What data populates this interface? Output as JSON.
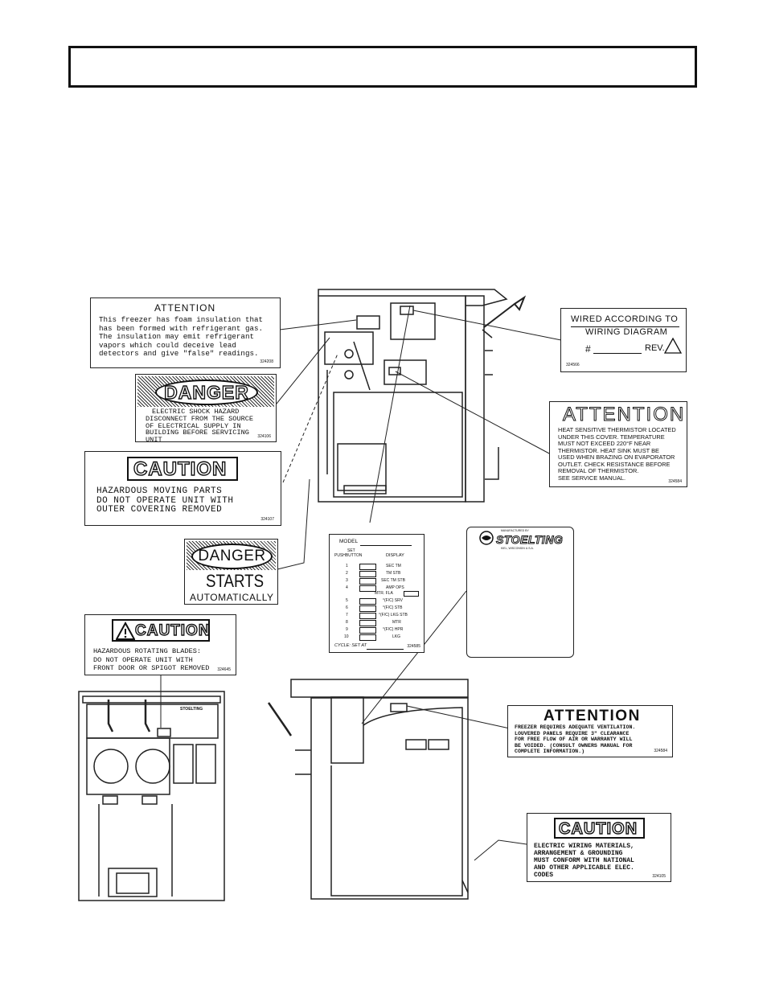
{
  "page": {
    "heading": ""
  },
  "labels": {
    "attention_foam": {
      "title": "ATTENTION",
      "lines": [
        "This freezer has foam insulation that",
        "has been formed with refrigerant gas.",
        "The insulation may emit refrigerant",
        "vapors which could deceive lead",
        "detectors and give \"false\" readings."
      ],
      "part": "324208"
    },
    "danger_shock": {
      "title": "DANGER",
      "lines": [
        "ELECTRIC SHOCK HAZARD",
        "DISCONNECT FROM THE SOURCE",
        "OF ELECTRICAL SUPPLY IN",
        "BUILDING BEFORE SERVICING",
        "UNIT"
      ],
      "part": "324106"
    },
    "caution_moving": {
      "title": "CAUTION",
      "lines": [
        "HAZARDOUS MOVING PARTS",
        "DO NOT OPERATE UNIT WITH",
        "OUTER COVERING REMOVED"
      ],
      "part": "324107"
    },
    "danger_starts": {
      "title": "DANGER",
      "line1": "STARTS",
      "line2": "AUTOMATICALLY"
    },
    "caution_blades": {
      "title": "CAUTION",
      "lines": [
        "HAZARDOUS ROTATING BLADES:",
        "DO NOT OPERATE UNIT WITH",
        "FRONT DOOR OR SPIGOT REMOVED"
      ],
      "part": "324645"
    },
    "wired": {
      "line1": "WIRED ACCORDING TO",
      "line2": "WIRING DIAGRAM",
      "hash": "#",
      "rev": "REV.",
      "part": "324566"
    },
    "attention_thermistor": {
      "title": "ATTENTION",
      "lines": [
        "HEAT SENSITIVE THERMISTOR LOCATED",
        "UNDER THIS COVER. TEMPERATURE",
        "MUST NOT EXCEED 220°F NEAR",
        "THERMISTOR.  HEAT SINK MUST BE",
        "USED WHEN BRAZING ON EVAPORATOR",
        "OUTLET.  CHECK RESISTANCE BEFORE",
        "REMOVAL OF THERMISTOR.",
        "SEE SERVICE MANUAL."
      ],
      "part": "324584"
    },
    "settings": {
      "model": "MODEL",
      "col1": "SET",
      "col1b": "PUSHBUTTON",
      "col2": "DISPLAY",
      "rows": [
        {
          "n": "1",
          "d": "SEC   TM"
        },
        {
          "n": "2",
          "d": "TM   STB"
        },
        {
          "n": "3",
          "d": "SEC  TM   STB"
        },
        {
          "n": "4",
          "d": "AMP   OPS"
        },
        {
          "n": "",
          "d": "MTR. FLA"
        },
        {
          "n": "5",
          "d": "°(F/C)   SRV"
        },
        {
          "n": "6",
          "d": "°(F/C)   STB"
        },
        {
          "n": "7",
          "d": "°(F/C) LKG STB"
        },
        {
          "n": "8",
          "d": "MTR"
        },
        {
          "n": "9",
          "d": "°(F/C)   HPR"
        },
        {
          "n": "10",
          "d": "LKG"
        }
      ],
      "cycle": "CYCLE:  SET AT",
      "part": "324585"
    },
    "stoelting": {
      "brand": "STOELTING",
      "sub": "MANUFACTURED BY",
      "addr": "KIEL, WISCONSIN U.S.A."
    },
    "attention_vent": {
      "title": "ATTENTION",
      "lines": [
        "FREEZER REQUIRES ADEQUATE VENTILATION.",
        "LOUVERED PANELS REQUIRE 3\" CLEARANCE",
        "FOR FREE FLOW OF AIR OR WARRANTY WILL",
        "BE VOIDED. (CONSULT OWNERS MANUAL FOR",
        "COMPLETE INFORMATION.)"
      ],
      "part": "324584"
    },
    "caution_wiring": {
      "title": "CAUTION",
      "lines": [
        "ELECTRIC WIRING MATERIALS,",
        "ARRANGEMENT & GROUNDING",
        "MUST CONFORM WITH NATIONAL",
        "AND OTHER APPLICABLE ELEC.",
        "CODES"
      ],
      "part": "324105"
    }
  },
  "machine_front": {
    "brand": "STOELTING"
  }
}
